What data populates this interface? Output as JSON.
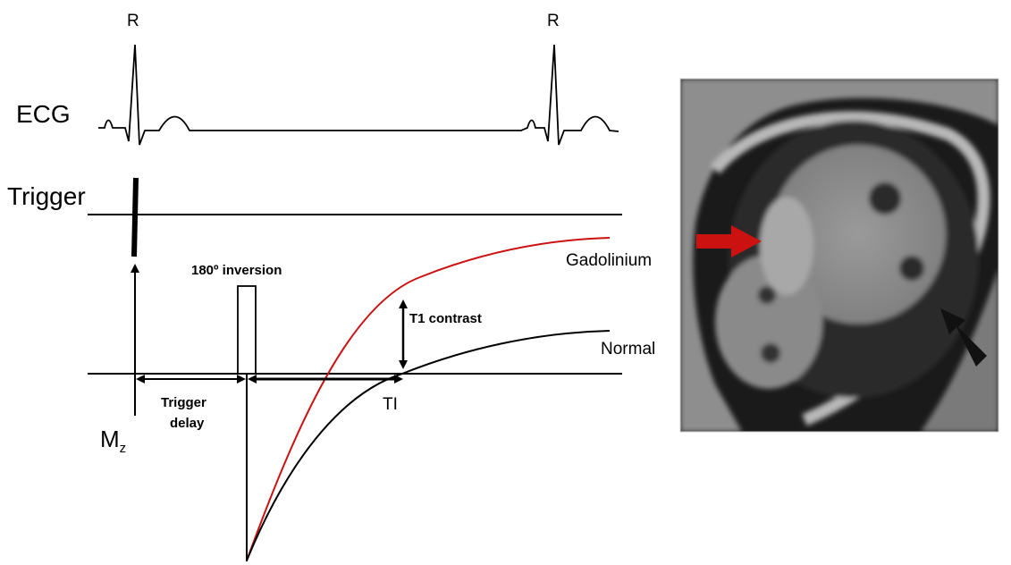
{
  "ecg": {
    "label": "ECG",
    "r_label_1": "R",
    "r_label_2": "R"
  },
  "trigger": {
    "label": "Trigger"
  },
  "pulse": {
    "label": "180º inversion"
  },
  "curves": {
    "gadolinium": {
      "label": "Gadolinium",
      "color": "#cc1111"
    },
    "normal": {
      "label": "Normal",
      "color": "#000000"
    }
  },
  "annotations": {
    "t1_contrast": "T1 contrast",
    "trigger_delay_line1": "Trigger",
    "trigger_delay_line2": "delay",
    "ti": "TI",
    "mz_main": "M",
    "mz_sub": "z"
  },
  "mri_image": {
    "red_arrow_color": "#cc1111",
    "black_arrow_color": "#111111"
  }
}
